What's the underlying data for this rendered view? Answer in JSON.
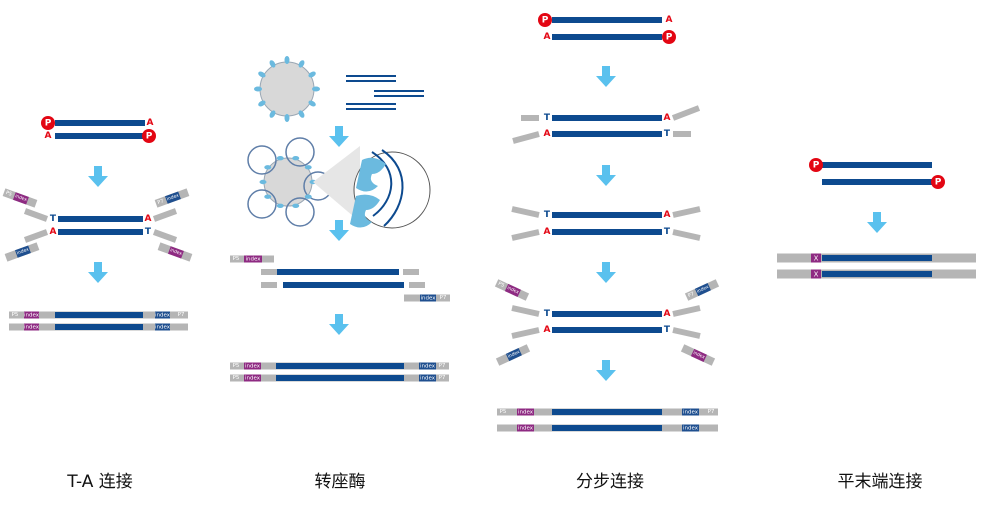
{
  "colors": {
    "dna": "#0d4a8f",
    "adapter_gray": "#b5b5b5",
    "phosphate_red": "#e30613",
    "overhang_red": "#e30613",
    "index_purple": "#8e2a82",
    "index_blue": "#1f4f8f",
    "arrow": "#5ac1ee",
    "bead_fill": "#d8d8d8",
    "transposase": "#6bbadf",
    "text_label": "#ffffff"
  },
  "labels": {
    "phosphate": "P",
    "A_overhang": "A",
    "T_overhang": "T",
    "P5": "P5",
    "P7": "P7",
    "index": "index",
    "X_mark": "X"
  },
  "methods": [
    {
      "id": "ta",
      "caption": "T-A 连接"
    },
    {
      "id": "transposase",
      "caption": "转座酶"
    },
    {
      "id": "stepwise",
      "caption": "分步连接"
    },
    {
      "id": "blunt",
      "caption": "平末端连接"
    }
  ]
}
